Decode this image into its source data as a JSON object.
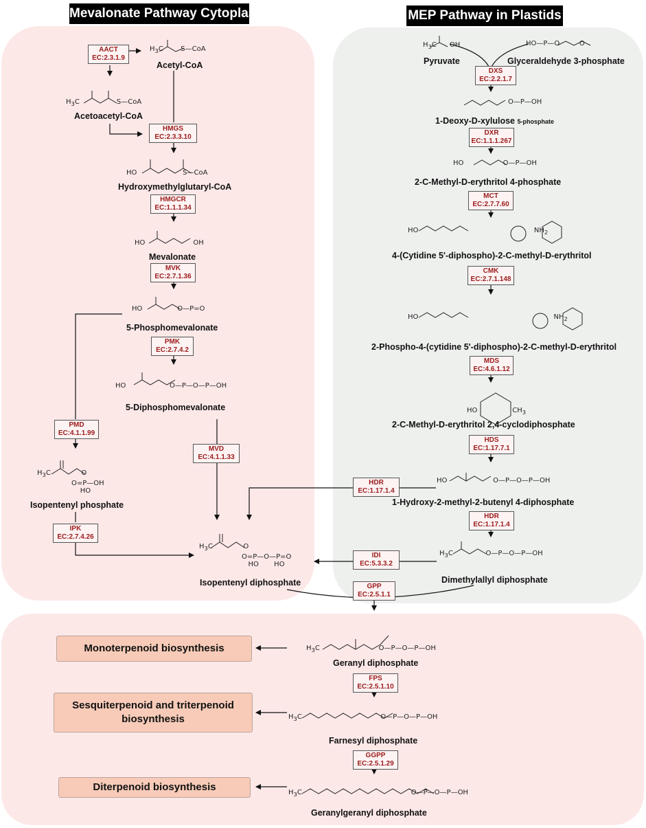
{
  "headers": {
    "left": "Mevalonate Pathway Cytoplasm",
    "right": "MEP Pathway in Plastids"
  },
  "colors": {
    "mva_panel": "#fde8e8",
    "mep_panel": "#eef0ee",
    "terpene_panel": "#fde8e8",
    "enzyme_text": "#9b1b1b",
    "output_box": "#f7cbb8"
  },
  "enzymes": {
    "aact": {
      "name": "AACT",
      "ec": "EC:2.3.1.9"
    },
    "hmgs": {
      "name": "HMGS",
      "ec": "EC:2.3.3.10"
    },
    "hmgcr": {
      "name": "HMGCR",
      "ec": "EC:1.1.1.34"
    },
    "mvk": {
      "name": "MVK",
      "ec": "EC:2.7.1.36"
    },
    "pmk": {
      "name": "PMK",
      "ec": "EC:2.7.4.2"
    },
    "pmd": {
      "name": "PMD",
      "ec": "EC:4.1.1.99"
    },
    "mvd": {
      "name": "MVD",
      "ec": "EC:4.1.1.33"
    },
    "ipk": {
      "name": "IPK",
      "ec": "EC:2.7.4.26"
    },
    "dxs": {
      "name": "DXS",
      "ec": "EC:2.2.1.7"
    },
    "dxr": {
      "name": "DXR",
      "ec": "EC:1.1.1.267"
    },
    "mct": {
      "name": "MCT",
      "ec": "EC:2.7.7.60"
    },
    "cmk": {
      "name": "CMK",
      "ec": "EC:2.7.1.148"
    },
    "mds": {
      "name": "MDS",
      "ec": "EC:4.6.1.12"
    },
    "hds": {
      "name": "HDS",
      "ec": "EC:1.17.7.1"
    },
    "hdr1": {
      "name": "HDR",
      "ec": "EC:1.17.1.4"
    },
    "hdr2": {
      "name": "HDR",
      "ec": "EC:1.17.1.4"
    },
    "idi": {
      "name": "IDI",
      "ec": "EC:5.3.3.2"
    },
    "gpp": {
      "name": "GPP",
      "ec": "EC:2.5.1.1"
    },
    "fps": {
      "name": "FPS",
      "ec": "EC:2.5.1.10"
    },
    "ggpp": {
      "name": "GGPP",
      "ec": "EC:2.5.1.29"
    }
  },
  "metabolites": {
    "acetyl_coa": "Acetyl-CoA",
    "acetoacetyl_coa": "Acetoacetyl-CoA",
    "hmg_coa": "Hydroxymethylglutaryl-CoA",
    "mevalonate": "Mevalonate",
    "phosphomevalonate": "5-Phosphomevalonate",
    "diphosphomevalonate": "5-Diphosphomevalonate",
    "isopentenyl_phosphate": "Isopentenyl phosphate",
    "ipp": "Isopentenyl diphosphate",
    "pyruvate": "Pyruvate",
    "g3p": "Glyceraldehyde 3-phosphate",
    "dxp": "1-Deoxy-D-xylulose",
    "dxp_suffix": "5-phosphate",
    "mep": "2-C-Methyl-D-erythritol 4-phosphate",
    "cdp_me": "4-(Cytidine 5'-diphospho)-2-C-methyl-D-erythritol",
    "cdp_mep": "2-Phospho-4-(cytidine 5'-diphospho)-2-C-methyl-D-erythritol",
    "mecpp": "2-C-Methyl-D-erythritol 2,4-cyclodiphosphate",
    "hmbpp": "1-Hydroxy-2-methyl-2-butenyl 4-diphosphate",
    "dmapp": "Dimethylallyl diphosphate",
    "gpp": "Geranyl diphosphate",
    "fpp": "Farnesyl diphosphate",
    "ggpp": "Geranylgeranyl diphosphate"
  },
  "outputs": {
    "mono": "Monoterpenoid biosynthesis",
    "sesqui": "Sesquiterpenoid and triterpenoid biosynthesis",
    "di": "Diterpenoid biosynthesis"
  }
}
